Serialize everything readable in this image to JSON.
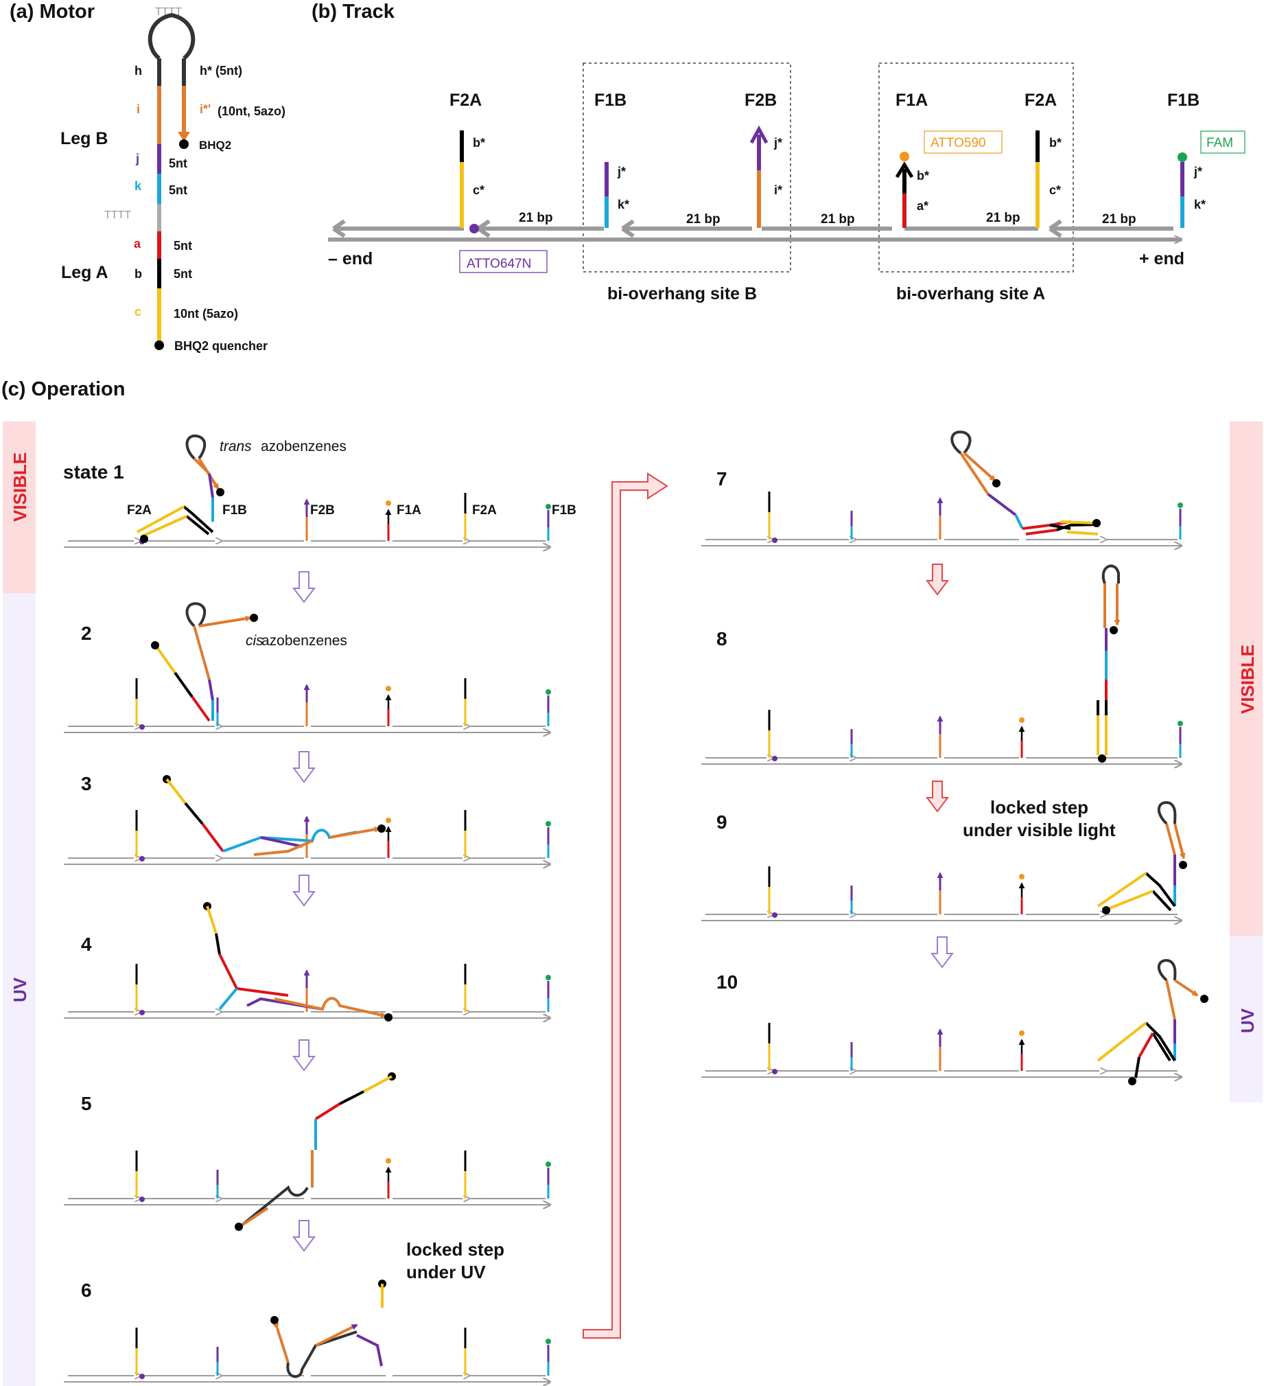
{
  "panels": {
    "a": "(a) Motor",
    "b": "(b) Track",
    "c": "(c) Operation"
  },
  "motor": {
    "loop_label": "TTTT",
    "spacer_label": "TTTT",
    "leg_b": "Leg B",
    "leg_a": "Leg A",
    "h": "h",
    "h_star": "h* (5nt)",
    "i": "i",
    "i_star": "i*'",
    "i_star_info": "(10nt, 5azo)",
    "bhq2": "BHQ2",
    "j": "j",
    "j_len": "5nt",
    "k": "k",
    "k_len": "5nt",
    "a": "a",
    "a_len": "5nt",
    "b": "b",
    "b_len": "5nt",
    "c": "c",
    "c_len": "10nt (5azo)",
    "bhq2_q": "BHQ2 quencher"
  },
  "track": {
    "sites": [
      "F2A",
      "F1B",
      "F2B",
      "F1A",
      "F2A",
      "F1B"
    ],
    "spacers": [
      "21 bp",
      "21 bp",
      "21 bp",
      "21 bp",
      "21 bp"
    ],
    "minus_end": "– end",
    "plus_end": "+ end",
    "dye1": "ATTO647N",
    "dye2": "ATTO590",
    "dye3": "FAM",
    "site_b": "bi-overhang site B",
    "site_a": "bi-overhang site A",
    "labels": {
      "b_star": "b*",
      "c_star": "c*",
      "j_star": "j*",
      "k_star": "k*",
      "i_star": "i*",
      "a_star": "a*"
    }
  },
  "operation": {
    "state1": "state 1",
    "trans": "trans",
    "trans_rest": "azobenzenes",
    "cis": "cis",
    "cis_rest": "azobenzenes",
    "states": [
      "2",
      "3",
      "4",
      "5",
      "6",
      "7",
      "8",
      "9",
      "10"
    ],
    "sites": [
      "F2A",
      "F1B",
      "F2B",
      "F1A",
      "F2A",
      "F1B"
    ],
    "locked_uv": [
      "locked step",
      "under UV"
    ],
    "locked_vis": [
      "locked step",
      "under visible light"
    ],
    "visible": "VISIBLE",
    "uv": "UV"
  },
  "colors": {
    "h": "#333333",
    "i": "#e07b2e",
    "j": "#6a2fa0",
    "k": "#1aa7d9",
    "a": "#d9141a",
    "b": "#000000",
    "c": "#f2c218",
    "track": "#9a9a9a",
    "visible_band": "#fcdcdc",
    "uv_band": "#f4effc",
    "visible_text": "#e0202a",
    "uv_text": "#6a2fa0",
    "fam": "#1aa352",
    "atto590": "#f0961e",
    "atto647n": "#6a2fa0"
  }
}
